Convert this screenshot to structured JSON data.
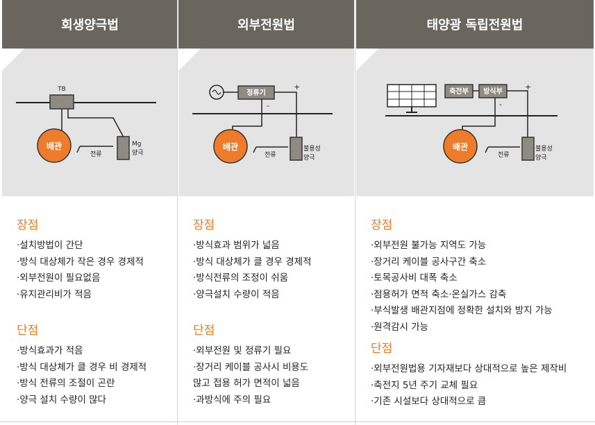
{
  "columns": [
    {
      "title": "회생양극법",
      "diagram": {
        "tb": "TB",
        "pipe": "배관",
        "current": "전류",
        "anode": [
          "Mg",
          "양극"
        ]
      },
      "pros": {
        "heading": "장점",
        "items": [
          "·설치방법이 간단",
          "·방식 대상체가 작은 경우 경제적",
          "·외부전원이 필요없음",
          "·유지관리비가 적음"
        ]
      },
      "cons": {
        "heading": "단점",
        "items": [
          "·방식효과가 적음",
          "·방식 대상체가 클 경우 비 경제적",
          "·방식 전류의 조절이 곤란",
          "·양극 설치 수량이 많다"
        ]
      }
    },
    {
      "title": "외부전원법",
      "diagram": {
        "rectifier": "정류기",
        "plus": "+",
        "minus": "-",
        "pipe": "배관",
        "current": "전류",
        "anode": [
          "불용성",
          "양극"
        ]
      },
      "pros": {
        "heading": "장점",
        "items": [
          "·방식효과 범위가 넓음",
          "·방식 대상체가 클 경우 경제적",
          "·방식전류의 조정이 쉬움",
          "·양극설치 수량이 적음"
        ]
      },
      "cons": {
        "heading": "단점",
        "items": [
          " ·외부전원 및 정류기 필요",
          " ·장거리 케이블 공사시 비용도",
          "많고 접용 허가 면적이 넓음",
          " ·과방식에 주의 필요"
        ]
      }
    },
    {
      "title": "태양광 독립전원법",
      "diagram": {
        "storage": "축전부",
        "converter": "방식부",
        "plus": "+",
        "minus": "-",
        "pipe": "배관",
        "current": "전류",
        "anode": [
          "불용성",
          "양극"
        ]
      },
      "pros": {
        "heading": "장점",
        "items": [
          "·외부전원 불가능 지역도 가능",
          "·장거리 케이블 공사구간 축소",
          "·토목공사비 대폭 축소",
          "·점용허가 면적 축소·온실가스 감축",
          "·부식발생 배관지점에 정확한 설치와 방지 가능",
          "·원격감시 가능"
        ]
      },
      "cons": {
        "heading": "단점",
        "items": [
          "·외부전원법용 기자재보다 상대적으로 높은 제작비",
          "·축전지 5년 주기 교체 필요",
          "·기존 시설보다 상대적으로 큼"
        ]
      }
    }
  ]
}
